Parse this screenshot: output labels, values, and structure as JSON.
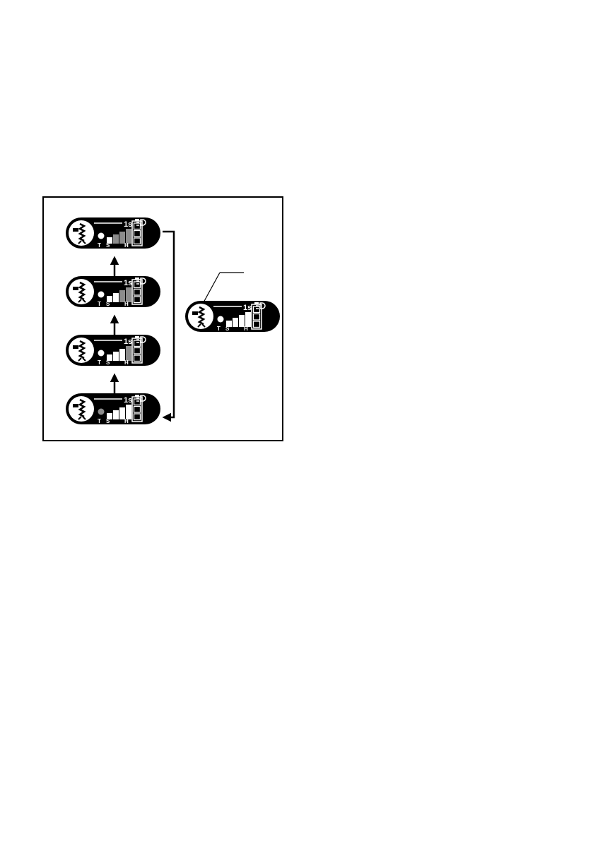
{
  "colors": {
    "panel": "#000000",
    "ink": "#000000",
    "lit": "#ffffff",
    "dim": "#8c8c8c"
  },
  "panel_text": {
    "timer_label": "1s",
    "mode_t": "T",
    "mode_s": "S",
    "mode_h": "H"
  },
  "panels": [
    {
      "name": "panel-state-1",
      "mode_lit": true,
      "bars_lit": 1
    },
    {
      "name": "panel-state-2",
      "mode_lit": true,
      "bars_lit": 2
    },
    {
      "name": "panel-state-3",
      "mode_lit": true,
      "bars_lit": 3
    },
    {
      "name": "panel-state-4",
      "mode_lit": false,
      "bars_lit": 4
    }
  ],
  "detail_panel": {
    "mode_lit": true,
    "bars_lit": 4
  },
  "icons": {
    "mode_button": "drill-mode-icon",
    "light": "headlight-icon",
    "battery": "battery-icon"
  }
}
